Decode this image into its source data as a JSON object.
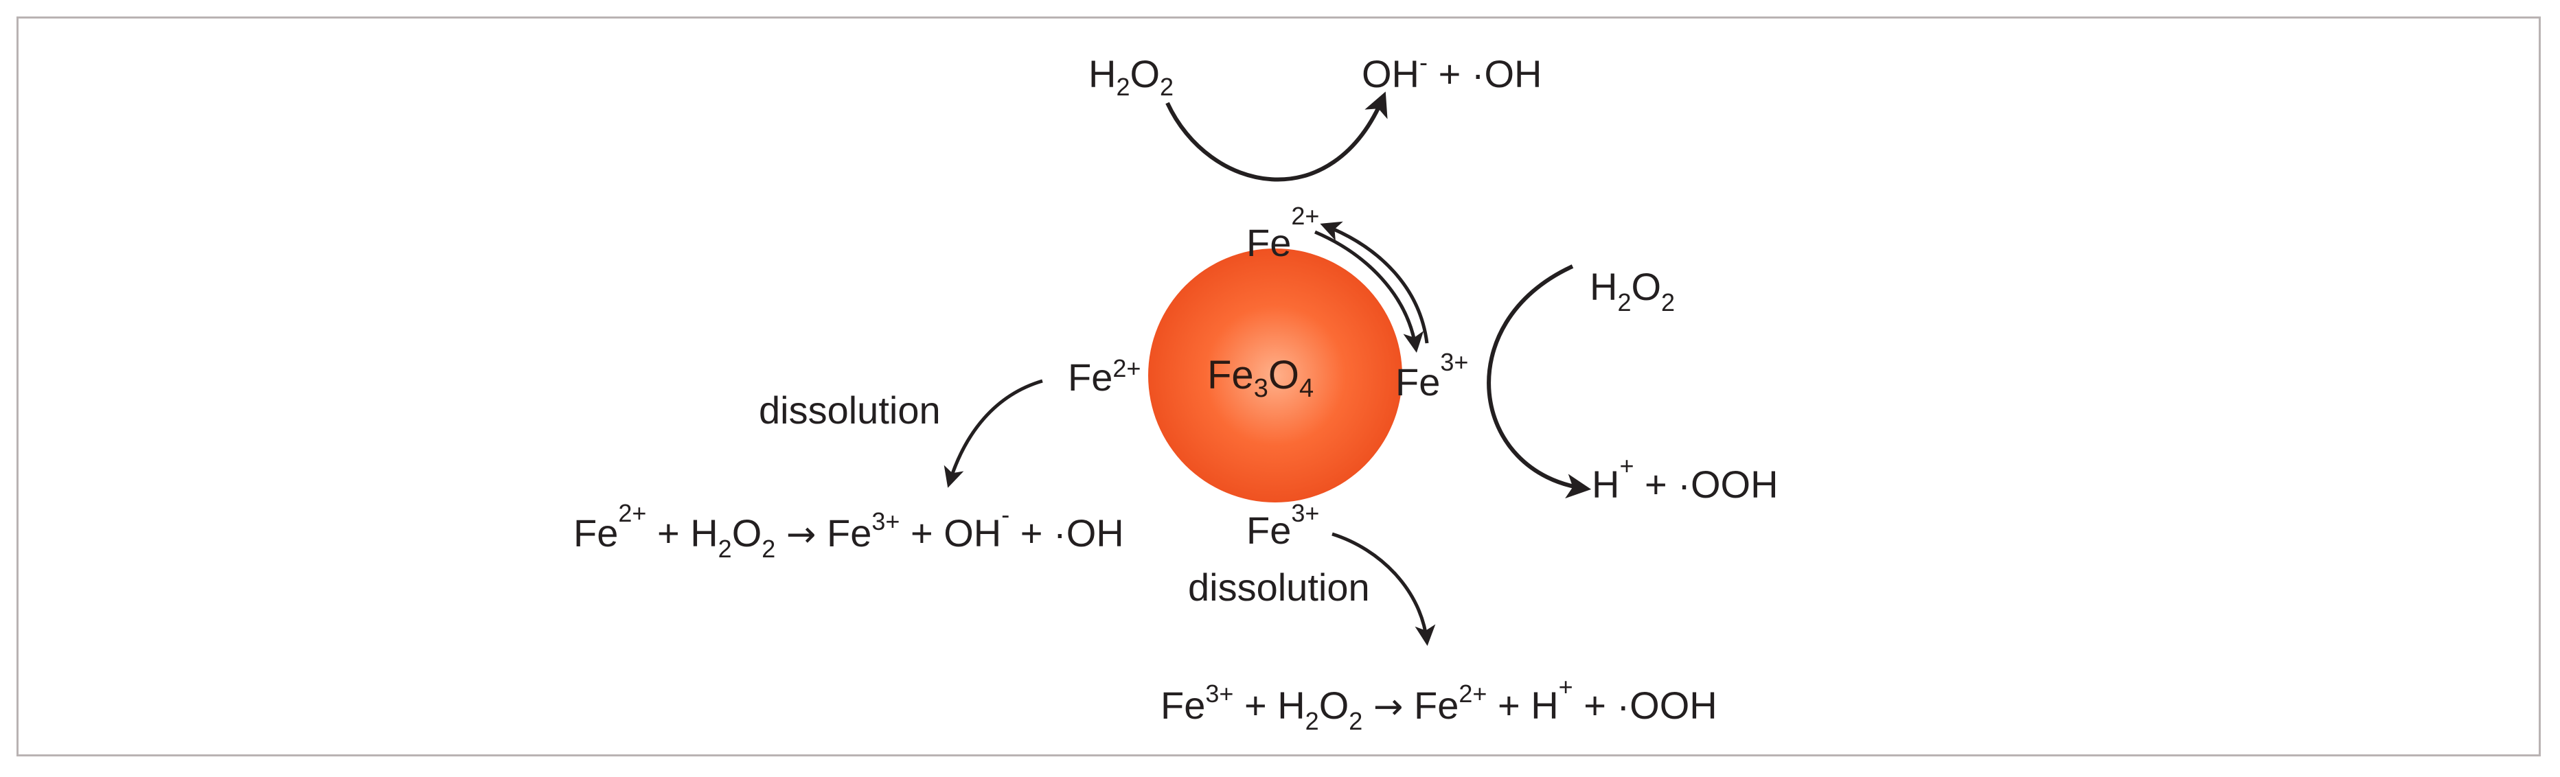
{
  "colors": {
    "sphere_center": "#ffb08a",
    "sphere_mid": "#fb6b35",
    "sphere_edge": "#ef5221",
    "text": "#231f20",
    "frame": "#b9b3b3"
  },
  "core": {
    "fe": "Fe",
    "sub1": "3",
    "o": "O",
    "sub2": "4"
  },
  "top_cycle": {
    "reactant_h": "H",
    "reactant_sub1": "2",
    "reactant_o": "O",
    "reactant_sub2": "2",
    "product_oh": "OH",
    "product_charge": "-",
    "product_rest": "+ ·OH"
  },
  "surface": {
    "fe_top": "Fe",
    "fe_top_charge": "2+",
    "fe_left": "Fe",
    "fe_left_charge": "2+",
    "fe_right": "Fe",
    "fe_right_charge": "3+",
    "fe_bottom": "Fe",
    "fe_bottom_charge": "3+"
  },
  "right_cycle": {
    "reactant_h": "H",
    "reactant_sub1": "2",
    "reactant_o": "O",
    "reactant_sub2": "2",
    "product_h": "H",
    "product_charge": "+",
    "product_rest": "+ ·OOH"
  },
  "left_dissolution": {
    "label": "dissolution",
    "eq": {
      "t1": "Fe",
      "s1": "2+",
      "t2": "+ H",
      "b1": "2",
      "t3": "O",
      "b2": "2",
      "arrow": "→",
      "t4": "Fe",
      "s2": "3+",
      "t5": "+ OH",
      "s3": "-",
      "t6": "+ ·OH"
    }
  },
  "bottom_dissolution": {
    "label": "dissolution",
    "eq": {
      "t1": "Fe",
      "s1": "3+",
      "t2": "+ H",
      "b1": "2",
      "t3": "O",
      "b2": "2",
      "arrow": "→",
      "t4": "Fe",
      "s2": "2+",
      "t5": "+ H",
      "s3": "+",
      "t6": "+ ·OOH"
    }
  }
}
